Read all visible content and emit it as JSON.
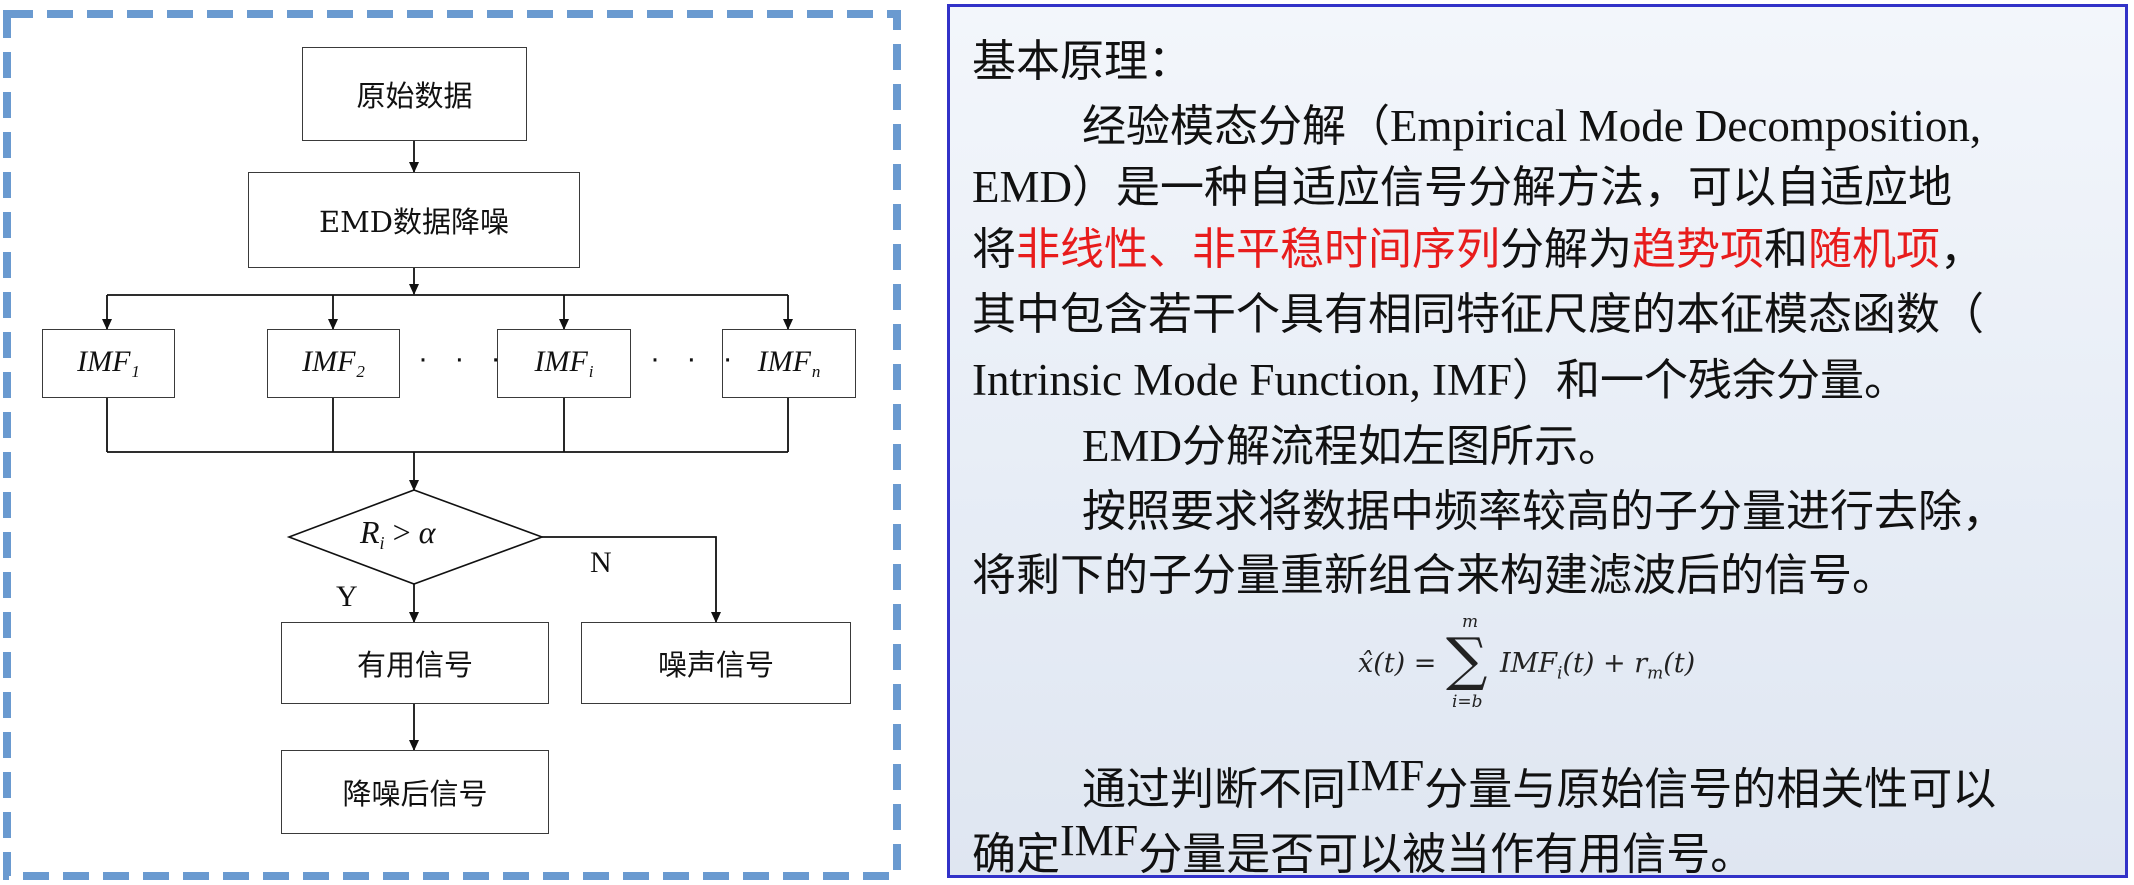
{
  "flowchart": {
    "raw_data": "原始数据",
    "emd_denoise": "EMD数据降噪",
    "imf_base": "IMF",
    "imf_subscripts": [
      "1",
      "2",
      "i",
      "n"
    ],
    "dots": "· · ·",
    "condition": {
      "var": "R",
      "sub": "i",
      "op": ">",
      "alpha": "α"
    },
    "yes": "Y",
    "no": "N",
    "useful_signal": "有用信号",
    "noise_signal": "噪声信号",
    "denoised_signal": "降噪后信号"
  },
  "panel": {
    "heading": "基本原理：",
    "p1": {
      "l1_cn": "经验模态分解（",
      "l1_en": "Empirical Mode Decomposition,",
      "l2_en": "EMD",
      "l2_cn": "）是一种自适应信号分解方法，可以自适应地",
      "l3_a": "将",
      "l3_red1": "非线性、非平稳时间序列",
      "l3_b": "分解为",
      "l3_red2": "趋势项",
      "l3_c": "和",
      "l3_red3": "随机项",
      "l3_d": "，",
      "l4": "其中包含若干个具有相同特征尺度的本征模态函数（",
      "l5_en": "Intrinsic Mode Function, IMF",
      "l5_cn": "）和一个残余分量。"
    },
    "p2": {
      "en": "EMD",
      "cn": "分解流程如左图所示。"
    },
    "p3": {
      "l1": "按照要求将数据中频率较高的子分量进行去除，",
      "l2": "将剩下的子分量重新组合来构建滤波后的信号。"
    },
    "formula": {
      "lhs": "x̂(t) =",
      "rhs": "IMF",
      "rhs_sub": "i",
      "rhs_tail": "(t) + r",
      "r_sub": "m",
      "end": "(t)",
      "sum_top": "m",
      "sum_bottom": "i=b"
    },
    "p4": {
      "l1_a": "通过判断不同",
      "l1_imf": "IMF",
      "l1_b": "分量与原始信号的相关性可以",
      "l2_a": "确定",
      "l2_imf": "IMF",
      "l2_b": "分量是否可以被当作有用信号。"
    }
  },
  "colors": {
    "dashed_border": "#6a9ad0",
    "panel_border": "#3232c8",
    "highlight_red": "#e81c1c"
  }
}
